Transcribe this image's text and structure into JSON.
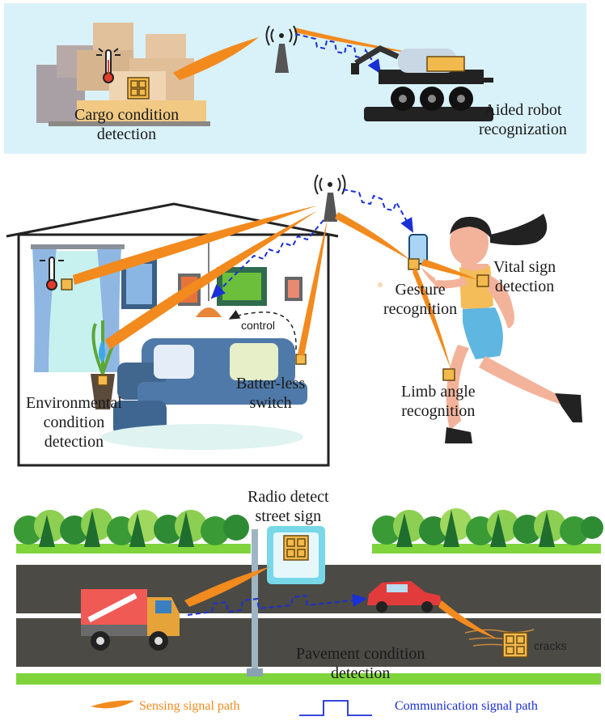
{
  "colors": {
    "sensing": "#f28a1e",
    "communication": "#1a2fd6",
    "sky_panel": "#d9f1f8",
    "grass": "#7fd43c",
    "road": "#4b4a45"
  },
  "panel_top": {
    "cargo_label": [
      "Cargo condition",
      "detection"
    ],
    "robot_label": [
      "Aided robot",
      "recognization"
    ]
  },
  "panel_home": {
    "env_label": [
      "Environmental",
      "condition",
      "detection"
    ],
    "switch_label": [
      "Batter-less",
      "switch"
    ],
    "control_label": "control"
  },
  "panel_body": {
    "gesture_label": [
      "Gesture",
      "recognition"
    ],
    "vital_label": [
      "Vital sign",
      "detection"
    ],
    "limb_label": [
      "Limb angle",
      "recognition"
    ]
  },
  "panel_road": {
    "sign_label": [
      "Radio detect",
      "street sign"
    ],
    "pavement_label": [
      "Pavement condition",
      "detection"
    ],
    "cracks_label": "cracks"
  },
  "legend": {
    "sensing_label": "Sensing signal path",
    "communication_label": "Communication signal path"
  }
}
